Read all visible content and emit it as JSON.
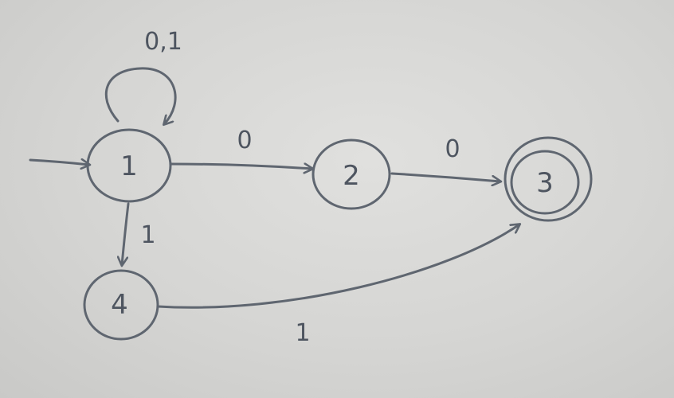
{
  "diagram": {
    "states": [
      {
        "id": "1",
        "label": "1",
        "initial": true,
        "accepting": false
      },
      {
        "id": "2",
        "label": "2",
        "initial": false,
        "accepting": false
      },
      {
        "id": "3",
        "label": "3",
        "initial": false,
        "accepting": true
      },
      {
        "id": "4",
        "label": "4",
        "initial": false,
        "accepting": false
      }
    ],
    "transitions": [
      {
        "from": "1",
        "to": "1",
        "label": "0,1"
      },
      {
        "from": "1",
        "to": "2",
        "label": "0"
      },
      {
        "from": "2",
        "to": "3",
        "label": "0"
      },
      {
        "from": "1",
        "to": "4",
        "label": "1"
      },
      {
        "from": "4",
        "to": "3",
        "label": "1"
      }
    ],
    "colors": {
      "ink": "#5f6670",
      "paper": "#d8d8d6"
    }
  }
}
